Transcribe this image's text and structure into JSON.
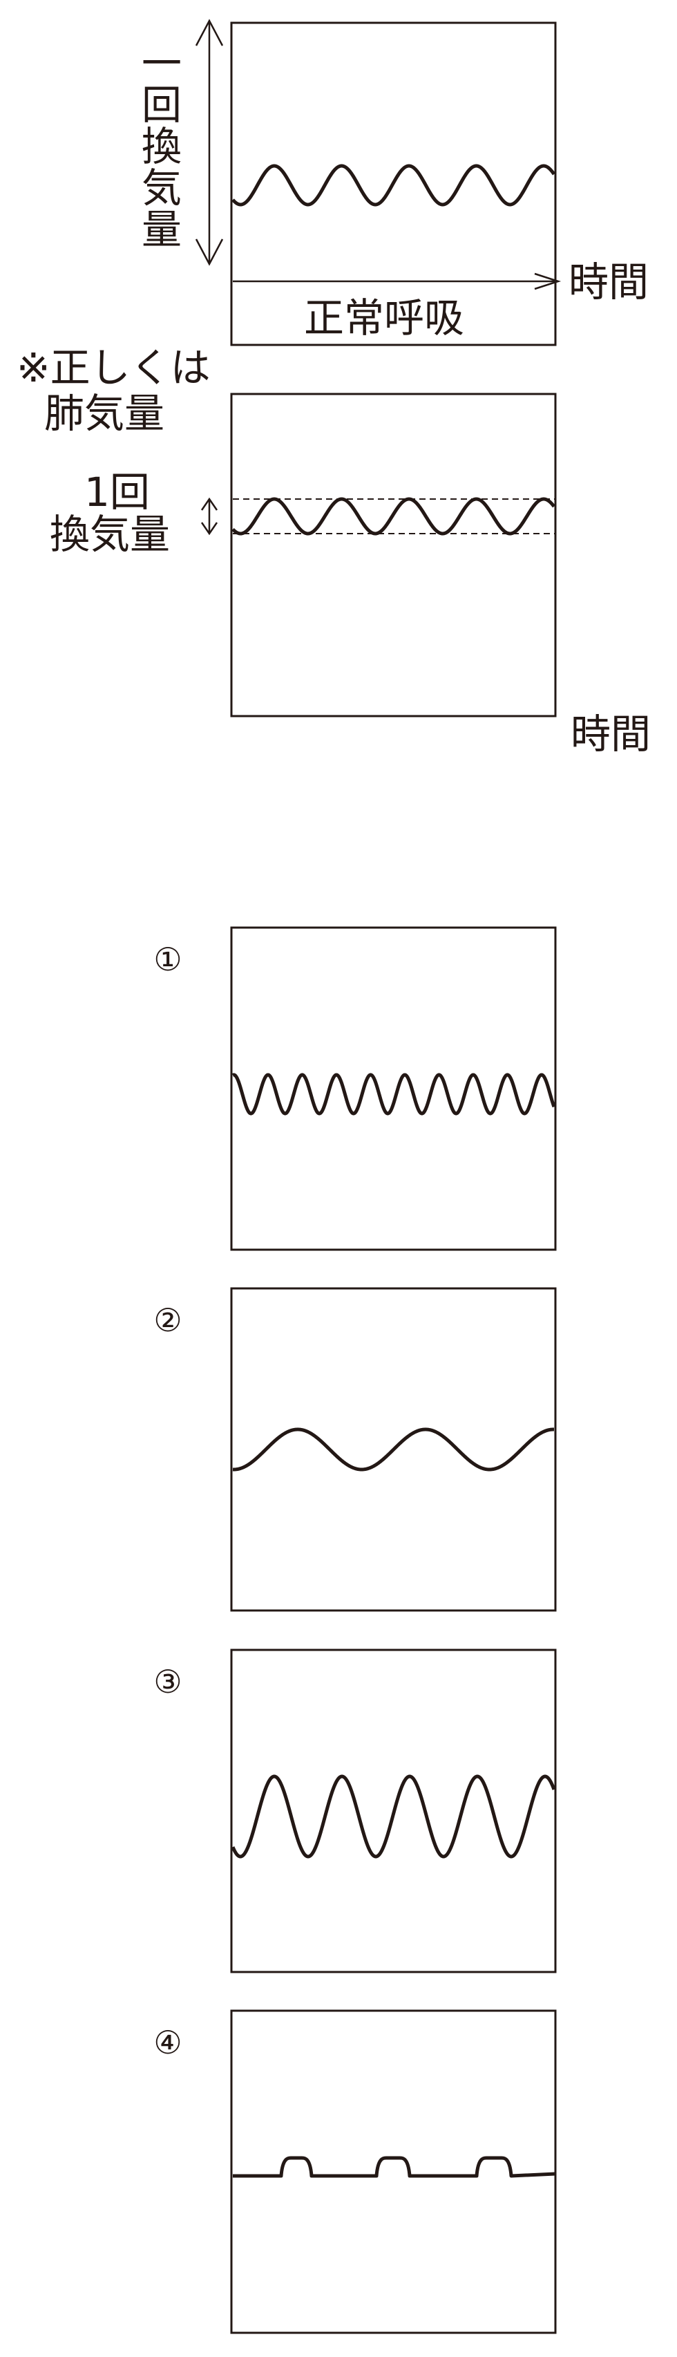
{
  "colors": {
    "ink": "#231815",
    "background": "#ffffff"
  },
  "normal": {
    "y_axis_label_chars": [
      "一",
      "回",
      "換",
      "気",
      "量"
    ],
    "x_axis_label": "時間",
    "caption": "正常呼吸"
  },
  "correction": {
    "note_line1": "※正しくは",
    "note_line2": "肺気量",
    "tidal_label_line1": "1回",
    "tidal_label_line2": "換気量",
    "x_axis_label": "時間"
  },
  "options": [
    {
      "label": "①"
    },
    {
      "label": "②"
    },
    {
      "label": "③"
    },
    {
      "label": "④"
    }
  ]
}
